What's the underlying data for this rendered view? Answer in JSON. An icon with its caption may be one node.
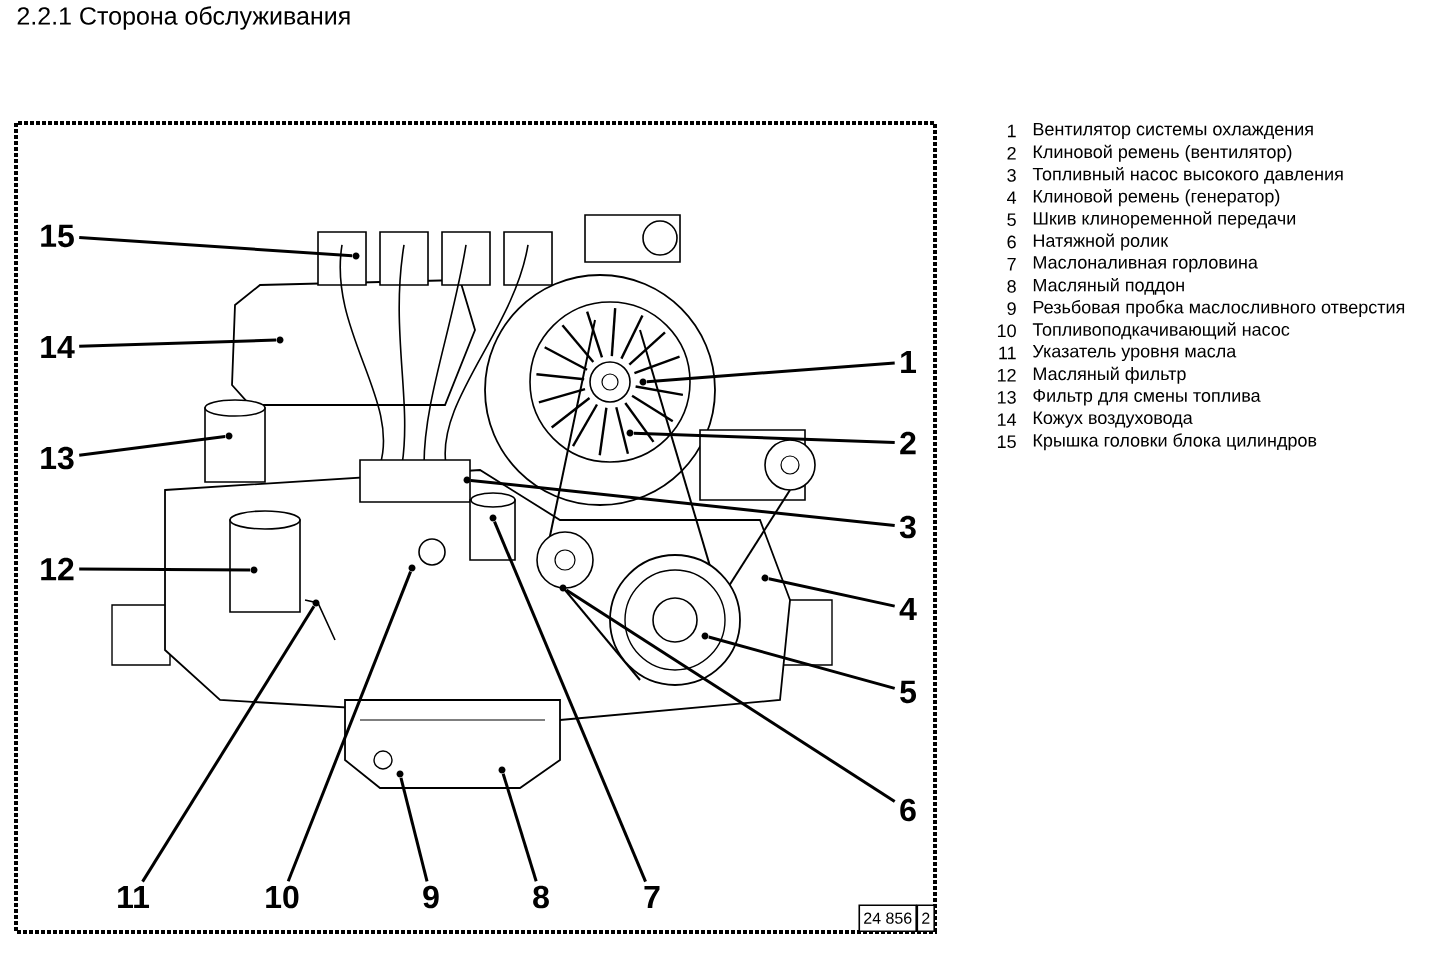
{
  "diagram": {
    "title": "2.2.1 Сторона обслуживания",
    "nodes": [
      {
        "text": [
          "1"
        ]
      },
      {
        "text": [
          "2"
        ]
      },
      {
        "text": [
          "3"
        ]
      },
      {
        "text": [
          "4"
        ]
      },
      {
        "text": [
          "5"
        ]
      },
      {
        "text": [
          "6"
        ]
      },
      {
        "text": [
          "7"
        ]
      },
      {
        "text": [
          "8"
        ]
      },
      {
        "text": [
          "9"
        ]
      },
      {
        "text": [
          "10"
        ]
      },
      {
        "text": [
          "11"
        ]
      },
      {
        "text": [
          "12"
        ]
      },
      {
        "text": [
          "13"
        ]
      },
      {
        "text": [
          "14"
        ]
      },
      {
        "text": [
          "15"
        ]
      },
      {
        "text": [],
        "shape": "circle"
      },
      {
        "text": [],
        "shape": "circle"
      },
      {
        "text": [],
        "shape": "circle"
      },
      {
        "text": [],
        "shape": "circle"
      },
      {
        "text": [],
        "shape": "circle"
      },
      {
        "text": [],
        "shape": "circle"
      },
      {
        "text": [],
        "shape": "circle"
      },
      {
        "text": [],
        "shape": "circle"
      },
      {
        "text": [],
        "shape": "circle"
      },
      {
        "text": [],
        "shape": "circle"
      },
      {
        "text": [],
        "shape": "circle"
      },
      {
        "text": [],
        "shape": "circle"
      },
      {
        "text": [],
        "shape": "circle"
      },
      {
        "text": [],
        "shape": "circle"
      },
      {
        "text": [],
        "shape": "circle"
      }
    ],
    "edges": [
      {
        "from": 0,
        "to": 15,
        "arrow": "none"
      },
      {
        "from": 1,
        "to": 16,
        "arrow": "none"
      },
      {
        "from": 2,
        "to": 17,
        "arrow": "none"
      },
      {
        "from": 3,
        "to": 18,
        "arrow": "none"
      },
      {
        "from": 4,
        "to": 19,
        "arrow": "none"
      },
      {
        "from": 5,
        "to": 20,
        "arrow": "none"
      },
      {
        "from": 6,
        "to": 21,
        "arrow": "none"
      },
      {
        "from": 7,
        "to": 22,
        "arrow": "none"
      },
      {
        "from": 8,
        "to": 23,
        "arrow": "none"
      },
      {
        "from": 9,
        "to": 24,
        "arrow": "none"
      },
      {
        "from": 10,
        "to": 25,
        "arrow": "none"
      },
      {
        "from": 11,
        "to": 26,
        "arrow": "none"
      },
      {
        "from": 12,
        "to": 27,
        "arrow": "none"
      },
      {
        "from": 13,
        "to": 28,
        "arrow": "none"
      },
      {
        "from": 14,
        "to": 29,
        "arrow": "none"
      }
    ],
    "labels": [
      "1",
      "Вентилятор системы охлаждения",
      "2",
      "Клиновой ремень (вентилятор)",
      "3",
      "Топливный насос высокого давления",
      "4",
      "Клиновой ремень (генератор)",
      "5",
      "Шкив клиноременной передачи",
      "6",
      "Натяжной ролик",
      "7",
      "Маслоналивная горловина",
      "8",
      "Масляный поддон",
      "9",
      "Резьбовая пробка маслосливного отверстия",
      "10",
      "Топливоподкачивающий насос",
      "11",
      "Указатель уровня масла",
      "12",
      "Масляный фильтр",
      "13",
      "Фильтр для смены топлива",
      "14",
      "Кожух воздуховода",
      "15",
      "Крышка головки блока цилиндров",
      "24 856",
      "2"
    ]
  }
}
